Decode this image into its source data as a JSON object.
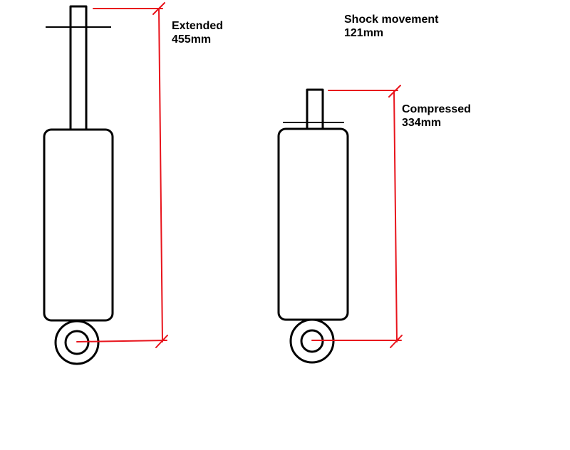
{
  "labels": {
    "extended_title": "Extended",
    "extended_value": "455mm",
    "movement_title": "Shock movement",
    "movement_value": "121mm",
    "compressed_title": "Compressed",
    "compressed_value": "334mm"
  },
  "colors": {
    "outline": "#000000",
    "dimension": "#e8141c",
    "background": "#ffffff"
  }
}
